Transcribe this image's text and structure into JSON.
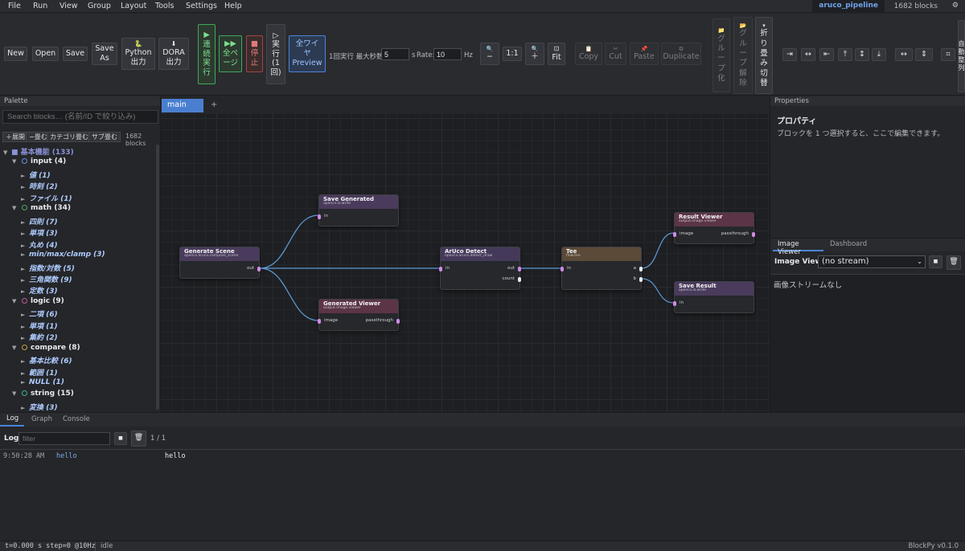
{
  "menubar": {
    "items": [
      "File",
      "Run",
      "View",
      "Group",
      "Layout",
      "Tools",
      "Settings",
      "Help"
    ],
    "project": "aruco_pipeline",
    "blocks_count": "1682 blocks",
    "settings_icon": "gear-icon"
  },
  "toolbar": {
    "new": "New",
    "open": "Open",
    "save": "Save",
    "save_as_1": "Save",
    "save_as_2": "As",
    "python_icon": "🐍",
    "python_1": "Python",
    "python_2": "出力",
    "dora_icon": "⬇",
    "dora_1": "DORA",
    "dora_2": "出力",
    "continuous": "▶\n連\n続\n実\n行",
    "all_pages": "▶▶\n全ペ\nージ",
    "stop": "■\n停\n止",
    "exec_once": "▷\n実\n行\n(1\n回)",
    "wire_preview_1": "全ワイ",
    "wire_preview_2": "ヤ",
    "wire_preview_3": "Preview",
    "max_sec_label": "1回実行 最大秒数:",
    "max_sec_value": "5",
    "sec_unit": "s",
    "rate_label": "Rate:",
    "rate_value": "10",
    "hz_unit": "Hz",
    "zoom_out_icon": "🔍",
    "zoom_out": "−",
    "zoom_reset": "1:1",
    "zoom_in_icon": "🔍",
    "zoom_in": "＋",
    "fit_icon": "⊡",
    "fit": "Fit",
    "copy_icon": "📋",
    "copy": "Copy",
    "cut_icon": "✂",
    "cut": "Cut",
    "paste_icon": "📌",
    "paste": "Paste",
    "dup_icon": "⧉",
    "duplicate": "Duplicate",
    "group_icon": "📁",
    "group": "グ\nル\nー\nプ\n化",
    "ungroup_icon": "📂",
    "ungroup": "グ\nル\nー\nプ\n解\n除",
    "fold_icon": "▾",
    "fold": "折\nり\n畳\nみ\n切\n替",
    "align_icons": [
      "⇥",
      "↔",
      "⇤",
      "⤒",
      "↕",
      "⤓",
      "↔",
      "⇕",
      "⌗"
    ],
    "right_cut": "自\n動\n整\n列"
  },
  "palette": {
    "title": "Palette",
    "search_placeholder": "Search blocks… (名前/ID で絞り込み)",
    "expand_all": "＋展開",
    "collapse_all": "−畳む",
    "collapse_cat": "カテゴリ畳む",
    "collapse_sub": "サブ畳む",
    "count": "1682 blocks",
    "tree": [
      {
        "type": "root",
        "label": "■ 基本機能 (133)",
        "indent": 0
      },
      {
        "type": "cat",
        "label": "input (4)",
        "indent": 1,
        "color": "#6b8de0"
      },
      {
        "type": "leaf",
        "label": "値 (1)",
        "indent": 2
      },
      {
        "type": "leaf",
        "label": "時刻 (2)",
        "indent": 2
      },
      {
        "type": "leaf",
        "label": "ファイル (1)",
        "indent": 2
      },
      {
        "type": "cat",
        "label": "math (34)",
        "indent": 1,
        "color": "#4aa86c"
      },
      {
        "type": "leaf",
        "label": "四則 (7)",
        "indent": 2
      },
      {
        "type": "leaf",
        "label": "単項 (3)",
        "indent": 2
      },
      {
        "type": "leaf",
        "label": "丸め (4)",
        "indent": 2
      },
      {
        "type": "leaf",
        "label": "min/max/clamp (3)",
        "indent": 2
      },
      {
        "type": "leaf",
        "label": "指数/対数 (5)",
        "indent": 2
      },
      {
        "type": "leaf",
        "label": "三角関数 (9)",
        "indent": 2
      },
      {
        "type": "leaf",
        "label": "定数 (3)",
        "indent": 2
      },
      {
        "type": "cat",
        "label": "logic (9)",
        "indent": 1,
        "color": "#c25a9a"
      },
      {
        "type": "leaf",
        "label": "二項 (6)",
        "indent": 2
      },
      {
        "type": "leaf",
        "label": "単項 (1)",
        "indent": 2
      },
      {
        "type": "leaf",
        "label": "集約 (2)",
        "indent": 2
      },
      {
        "type": "cat",
        "label": "compare (8)",
        "indent": 1,
        "color": "#c0a040"
      },
      {
        "type": "leaf",
        "label": "基本比較 (6)",
        "indent": 2
      },
      {
        "type": "leaf",
        "label": "範囲 (1)",
        "indent": 2
      },
      {
        "type": "leaf",
        "label": "NULL (1)",
        "indent": 2
      },
      {
        "type": "cat",
        "label": "string (15)",
        "indent": 1,
        "color": "#3cb0a0"
      },
      {
        "type": "leaf",
        "label": "変換 (3)",
        "indent": 2
      }
    ]
  },
  "canvas": {
    "tab": "main",
    "add_tab": "+",
    "nodes": [
      {
        "id": "gen",
        "title": "Generate Scene",
        "sub": "opencv.aruco.compose_scene",
        "head": "#4a3b5c",
        "in": [],
        "out": [
          "out"
        ]
      },
      {
        "id": "save1",
        "title": "Save Generated",
        "sub": "opencv.io.write",
        "head": "#4a3b5c",
        "in": [
          "in"
        ],
        "out": []
      },
      {
        "id": "gview",
        "title": "Generated Viewer",
        "sub": "output.image.viewer",
        "head": "#5c3447",
        "in": [
          "image"
        ],
        "out": [
          "passthrough"
        ]
      },
      {
        "id": "aruco",
        "title": "ArUco Detect",
        "sub": "opencv.aruco.detect_draw",
        "head": "#45395a",
        "in": [
          "in"
        ],
        "out": [
          "out",
          "count"
        ]
      },
      {
        "id": "tee",
        "title": "Tee",
        "sub": "flow.tee",
        "head": "#5c4a38",
        "in": [
          "in"
        ],
        "out": [
          "a",
          "b"
        ]
      },
      {
        "id": "rview",
        "title": "Result Viewer",
        "sub": "output.image.viewer",
        "head": "#5c3447",
        "in": [
          "image"
        ],
        "out": [
          "passthrough"
        ]
      },
      {
        "id": "save2",
        "title": "Save Result",
        "sub": "opencv.io.write",
        "head": "#4a3b5c",
        "in": [
          "in"
        ],
        "out": []
      }
    ]
  },
  "properties": {
    "title": "Properties",
    "heading": "プロパティ",
    "hint": "ブロックを 1 つ選択すると、ここで編集できます。"
  },
  "viewer": {
    "tabs": [
      "Image Viewer",
      "Dashboard"
    ],
    "label": "Image Viewer",
    "stream": "(no stream)",
    "empty": "画像ストリームなし"
  },
  "log": {
    "tabs": [
      "Log",
      "Graph",
      "Console"
    ],
    "label": "Log",
    "filter_placeholder": "filter",
    "page": "1 / 1",
    "entries": [
      {
        "time": "9:50:28 AM",
        "source": "hello",
        "message": "hello"
      }
    ]
  },
  "status": {
    "time": "t=0.000 s step=0 @10Hz",
    "state": "idle",
    "version": "BlockPy v0.1.0"
  }
}
